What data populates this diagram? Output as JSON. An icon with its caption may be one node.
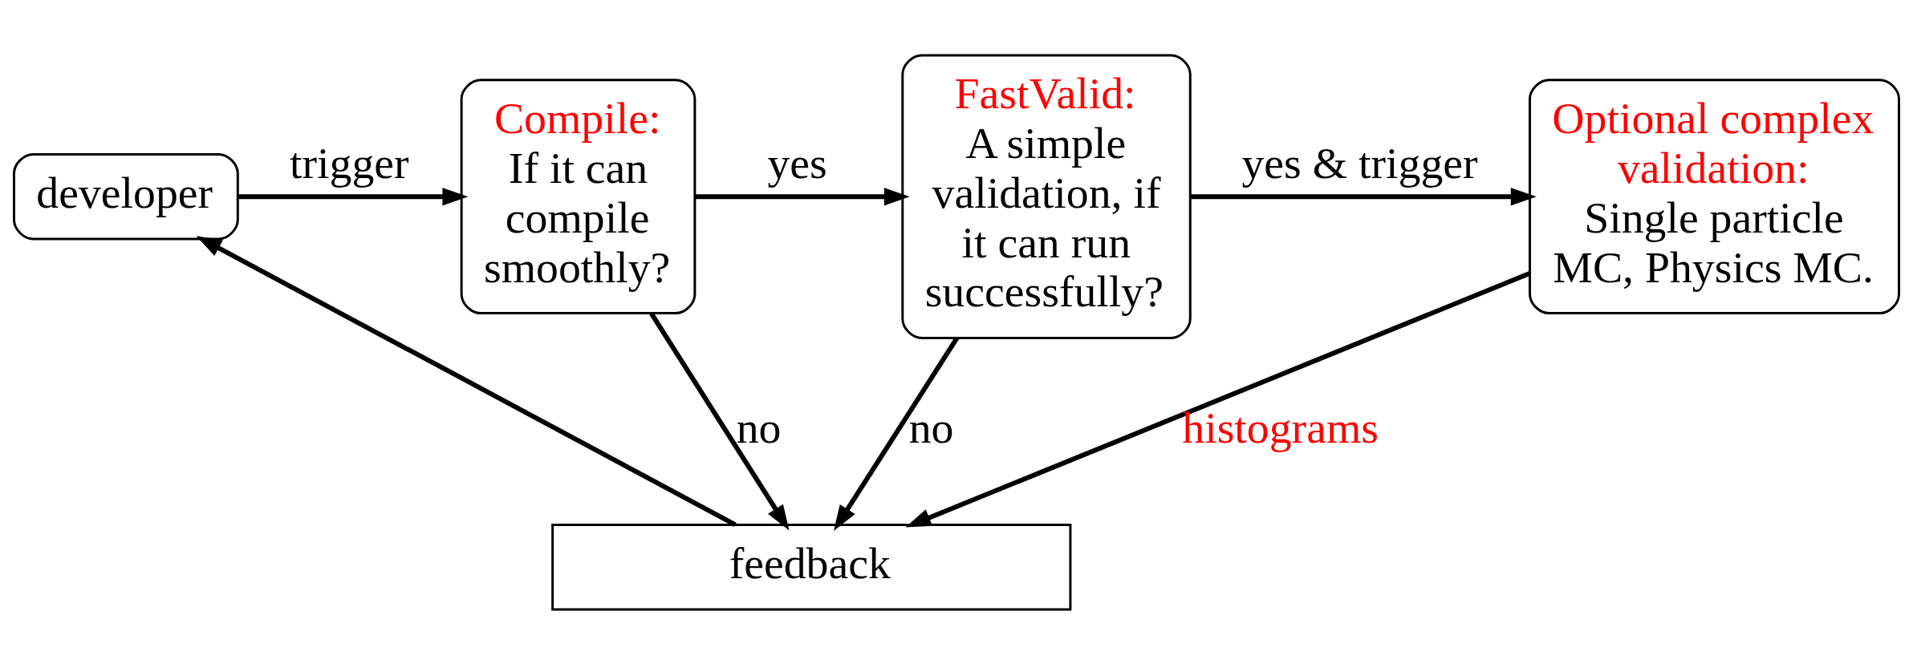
{
  "diagram": {
    "nodes": [
      {
        "text": [
          "developer"
        ]
      },
      {
        "text": [
          "Compile:",
          "If it can compile smoothly?"
        ]
      },
      {
        "text": [
          "FastValid:",
          "A simple validation, if it can run successfully?"
        ]
      },
      {
        "text": [
          "Optional complex validation:",
          "Single particle MC, Physics MC."
        ]
      },
      {
        "text": [
          "feedback"
        ]
      }
    ],
    "edges": [
      {
        "from": 0,
        "to": 1,
        "arrow": "to",
        "label": "trigger"
      },
      {
        "from": 1,
        "to": 2,
        "arrow": "to",
        "label": "yes"
      },
      {
        "from": 2,
        "to": 3,
        "arrow": "to",
        "label": "yes & trigger"
      },
      {
        "from": 1,
        "to": 4,
        "arrow": "to",
        "label": "no"
      },
      {
        "from": 2,
        "to": 4,
        "arrow": "to",
        "label": "no"
      },
      {
        "from": 3,
        "to": 4,
        "arrow": "to",
        "label": "histograms"
      },
      {
        "from": 4,
        "to": 0,
        "arrow": "to"
      }
    ]
  }
}
